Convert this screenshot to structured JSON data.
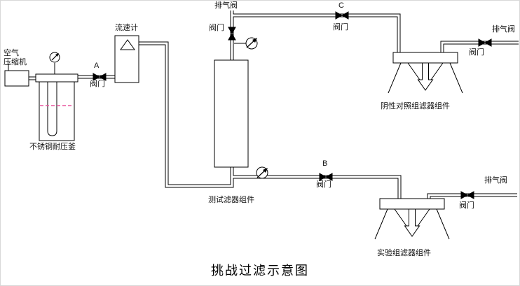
{
  "diagram": {
    "title": "挑战过滤示意图",
    "components": {
      "air_compressor": {
        "label": "空气\n压缩机"
      },
      "pressure_vessel": {
        "label": "不锈钢耐压釜"
      },
      "flow_meter": {
        "label": "流速计"
      },
      "test_filter": {
        "label": "测试滤器组件"
      },
      "negative_control_filter": {
        "label": "阴性对照组滤器组件"
      },
      "experimental_filter": {
        "label": "实验组滤器组件"
      }
    },
    "valves": {
      "a": {
        "letter": "A",
        "label": "阀门"
      },
      "b": {
        "letter": "B",
        "label": "阀门"
      },
      "c": {
        "letter": "C",
        "label": "阀门"
      },
      "test_filter_vent": {
        "name": "排气阀",
        "label": "阀门"
      },
      "negative_control_vent": {
        "name": "排气阀",
        "label": "阀门"
      },
      "experimental_vent": {
        "name": "排气阀",
        "label": "阀门"
      }
    },
    "colors": {
      "line": "#000000",
      "liquid_level": "#e8559d",
      "background": "#ffffff"
    }
  }
}
